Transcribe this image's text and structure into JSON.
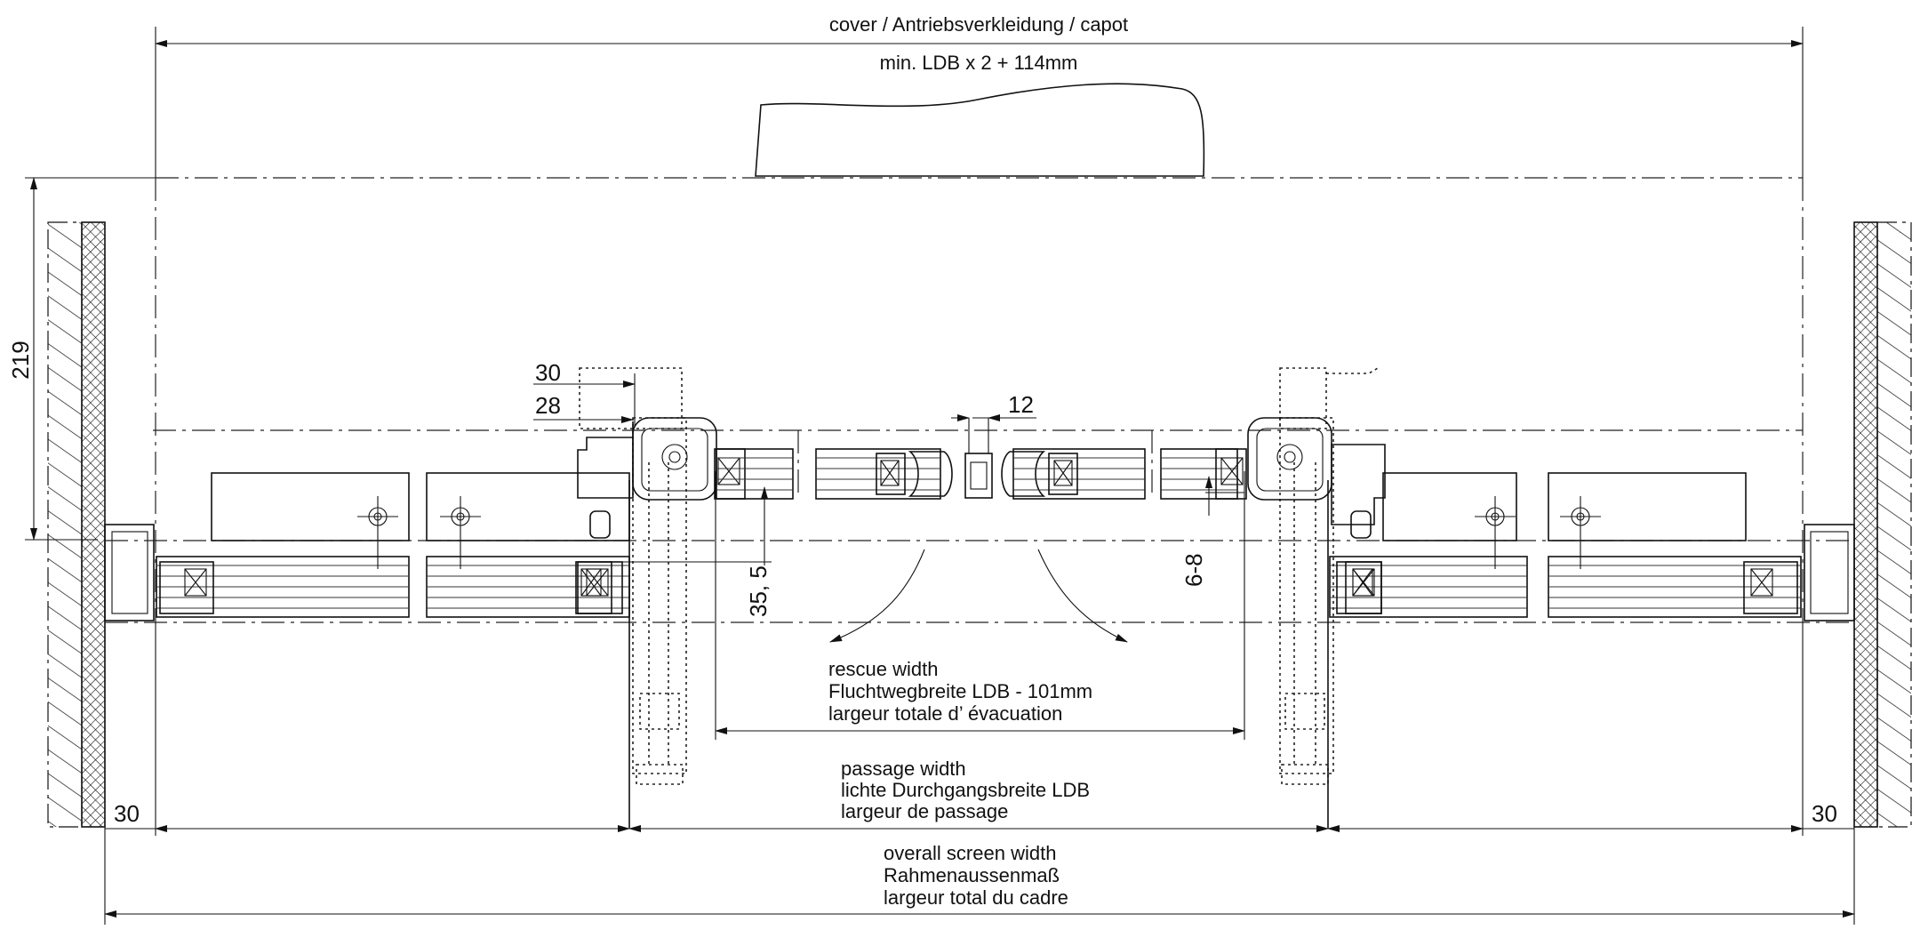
{
  "cover": {
    "label": "cover / Antriebsverkleidung / capot",
    "dimension": "min. LDB x 2 + 114mm"
  },
  "dimensions": {
    "height_219": "219",
    "d30": "30",
    "d28": "28",
    "d12": "12",
    "d35_5": "35, 5",
    "d6_8": "6-8",
    "left_30": "30",
    "right_30": "30"
  },
  "rescue_width": {
    "line1": "rescue width",
    "line2": "Fluchtwegbreite LDB - 101mm",
    "line3": "largeur totale d’ évacuation"
  },
  "passage_width": {
    "line1": "passage width",
    "line2": "lichte Durchgangsbreite LDB",
    "line3": "largeur de passage"
  },
  "overall_width": {
    "line1": "overall screen width",
    "line2": "Rahmenaussenmaß",
    "line3": "largeur total du cadre"
  },
  "colors": {
    "line": "#111111",
    "background": "#ffffff"
  }
}
